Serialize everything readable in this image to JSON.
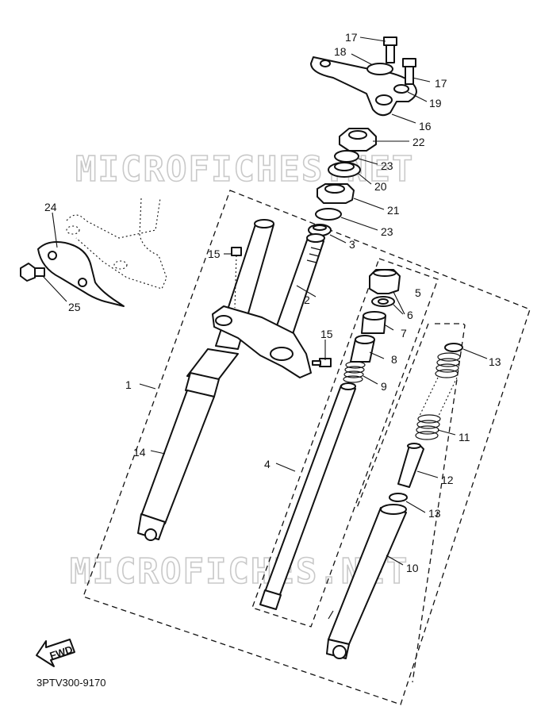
{
  "diagram": {
    "watermark": "MICROFICHES.NET",
    "code": "3PTV300-9170",
    "fwd_label": "FWD",
    "callouts": {
      "c1": "1",
      "c2": "2",
      "c3": "3",
      "c4": "4",
      "c5": "5",
      "c6": "6",
      "c7": "7",
      "c8": "8",
      "c9": "9",
      "c10": "10",
      "c11": "11",
      "c12": "12",
      "c13a": "13",
      "c13b": "13",
      "c14": "14",
      "c15a": "15",
      "c15b": "15",
      "c16": "16",
      "c17a": "17",
      "c17b": "17",
      "c18": "18",
      "c19": "19",
      "c20": "20",
      "c21": "21",
      "c22": "22",
      "c23a": "23",
      "c23b": "23",
      "c24": "24",
      "c25": "25"
    }
  }
}
